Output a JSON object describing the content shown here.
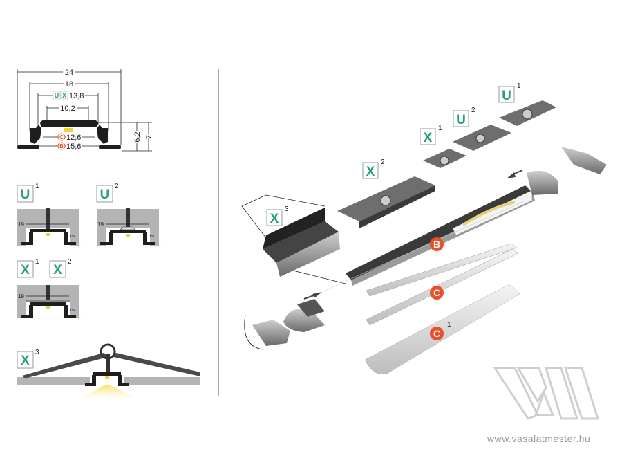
{
  "colors": {
    "green": "#2a9d7f",
    "orange": "#e8502a",
    "profile": "#222222",
    "wall": "#b4b4b4",
    "light": "#f7e27a"
  },
  "dimensions": {
    "width_total": "24",
    "width_inner": "18",
    "mount_label_u": "U",
    "mount_label_x": "X",
    "mount_width": "13,8",
    "led_width": "10,2",
    "diffuser_c_label": "C",
    "diffuser_c_width": "12,6",
    "diffuser_b_label": "B",
    "diffuser_b_width": "15,6",
    "height_inner": "6,2",
    "height_total": "7"
  },
  "mounting": [
    {
      "letter": "U",
      "index": "1",
      "cut_width": "19",
      "cut_depth": "7"
    },
    {
      "letter": "U",
      "index": "2",
      "cut_width": "19",
      "cut_depth": "7"
    },
    {
      "letter": "X",
      "index": "1"
    },
    {
      "letter": "X",
      "index": "2",
      "cut_width": "19",
      "cut_depth": "7"
    },
    {
      "letter": "X",
      "index": "3"
    }
  ],
  "exploded": {
    "u1": {
      "letter": "U",
      "index": "1"
    },
    "u2": {
      "letter": "U",
      "index": "2"
    },
    "x1": {
      "letter": "X",
      "index": "1"
    },
    "x2": {
      "letter": "X",
      "index": "2"
    },
    "x3": {
      "letter": "X",
      "index": "3"
    },
    "b": {
      "letter": "B"
    },
    "c": {
      "letter": "C"
    },
    "c1": {
      "letter": "C",
      "index": "1"
    }
  },
  "watermark": {
    "logo_text": "VM",
    "url": "www.vasalatmester.hu"
  }
}
